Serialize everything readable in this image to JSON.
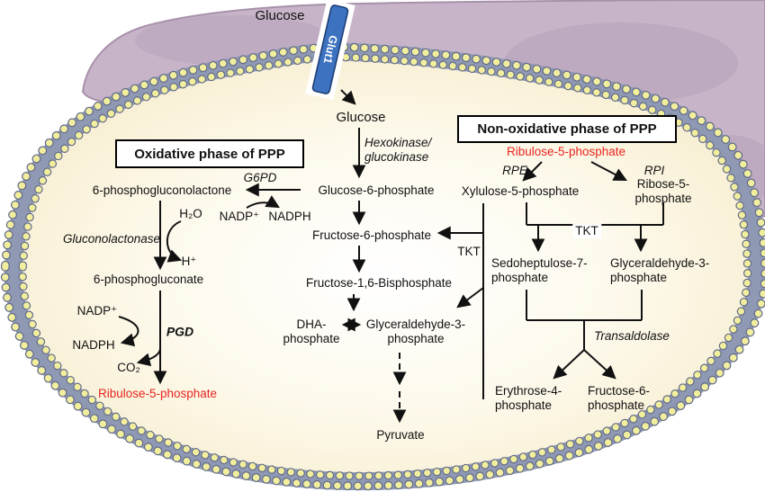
{
  "colors": {
    "red_text": "#e8251f",
    "purple": "#c7b4c8",
    "purple_edge": "#a791aa",
    "bead": "#f1ee9d",
    "bead_outline": "#60698a",
    "membrane_band": "#9099b4",
    "cell_center": "#ffffff",
    "cell_mid": "#fdf9ec",
    "cell_edge": "#f6ecca",
    "glut1_blue": "#3c72c0",
    "glut1_dark": "#1e3e75",
    "arrow": "#111111"
  },
  "extracellular": {
    "glucose": "Glucose",
    "transporter": "Glut1"
  },
  "boxes": {
    "oxidative": "Oxidative phase of PPP",
    "nonoxidative": "Non-oxidative phase of PPP"
  },
  "glycolysis": {
    "glucose": "Glucose",
    "hexokinase": "Hexokinase/\nglucokinase",
    "g6p": "Glucose-6-phosphate",
    "f6p": "Fructose-6-phosphate",
    "f16bp": "Fructose-1,6-Bisphosphate",
    "dhap": "DHA-\nphosphate",
    "g3p": "Glyceraldehyde-3-\nphosphate",
    "pyruvate": "Pyruvate"
  },
  "oxidative": {
    "g6pd": "G6PD",
    "lactone": "6-phosphogluconolactone",
    "nadp1": "NADP⁺",
    "nadph1": "NADPH",
    "h2o": "H₂O",
    "hplus": "H⁺",
    "gluconolactonase": "Gluconolactonase",
    "gluconate": "6-phosphogluconate",
    "nadp2": "NADP⁺",
    "nadph2": "NADPH",
    "pgd": "PGD",
    "co2": "CO₂",
    "ru5p": "Ribulose-5-phosphate"
  },
  "nonoxidative": {
    "ru5p": "Ribulose-5-phosphate",
    "rpe": "RPE",
    "rpi": "RPI",
    "x5p": "Xylulose-5-phosphate",
    "r5p": "Ribose-5-phosphate",
    "tkt1": "TKT",
    "s7p": "Sedoheptulose-7-\nphosphate",
    "g3p": "Glyceraldehyde-3-\nphosphate",
    "transaldolase": "Transaldolase",
    "e4p": "Erythrose-4-\nphosphate",
    "f6p": "Fructose-6-\nphosphate",
    "tkt2": "TKT"
  }
}
